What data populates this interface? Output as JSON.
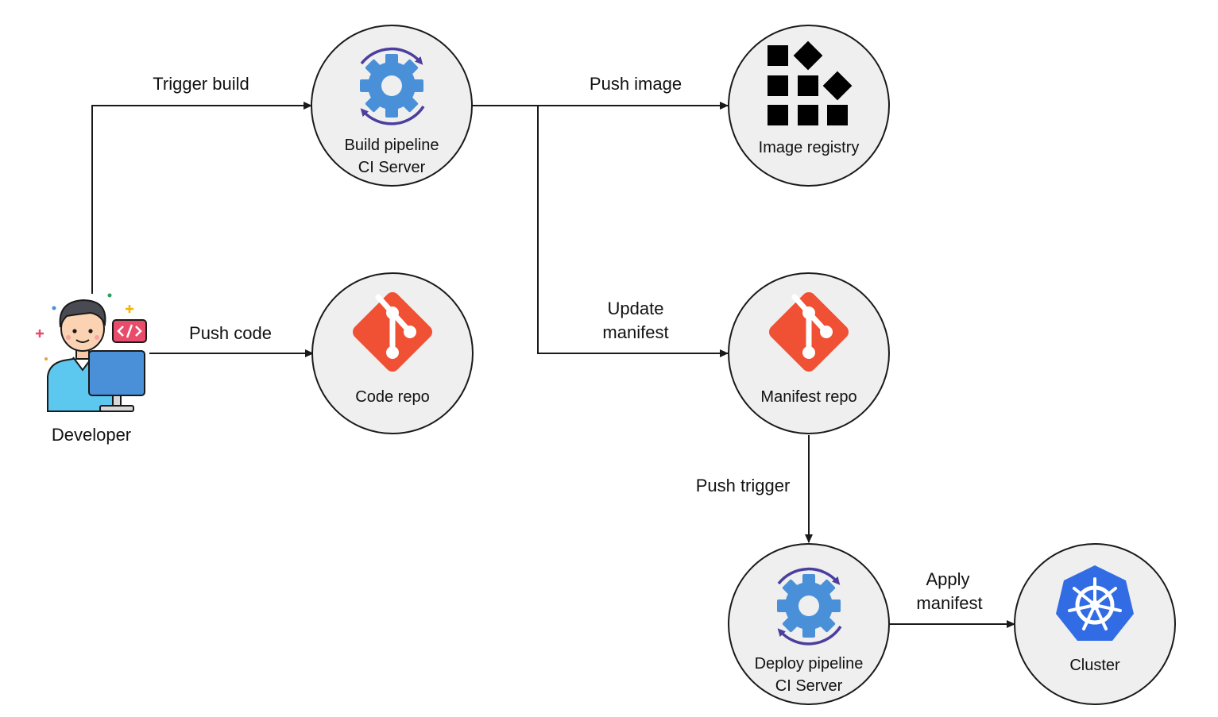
{
  "nodes": {
    "developer": {
      "label": "Developer"
    },
    "build_pipeline": {
      "label_line1": "Build pipeline",
      "label_line2": "CI Server"
    },
    "code_repo": {
      "label": "Code repo"
    },
    "image_registry": {
      "label": "Image registry"
    },
    "manifest_repo": {
      "label": "Manifest repo"
    },
    "deploy_pipeline": {
      "label_line1": "Deploy pipeline",
      "label_line2": "CI Server"
    },
    "cluster": {
      "label": "Cluster"
    }
  },
  "edges": {
    "trigger_build": {
      "label": "Trigger build"
    },
    "push_code": {
      "label": "Push code"
    },
    "push_image": {
      "label": "Push image"
    },
    "update_manifest": {
      "label_line1": "Update",
      "label_line2": "manifest"
    },
    "push_trigger": {
      "label": "Push trigger"
    },
    "apply_manifest": {
      "label_line1": "Apply",
      "label_line2": "manifest"
    }
  },
  "colors": {
    "gear": "#4a90d9",
    "cycle_arrow": "#4b3f9e",
    "git": "#f05033",
    "kubernetes": "#326ce5",
    "node_fill": "#efefef"
  }
}
